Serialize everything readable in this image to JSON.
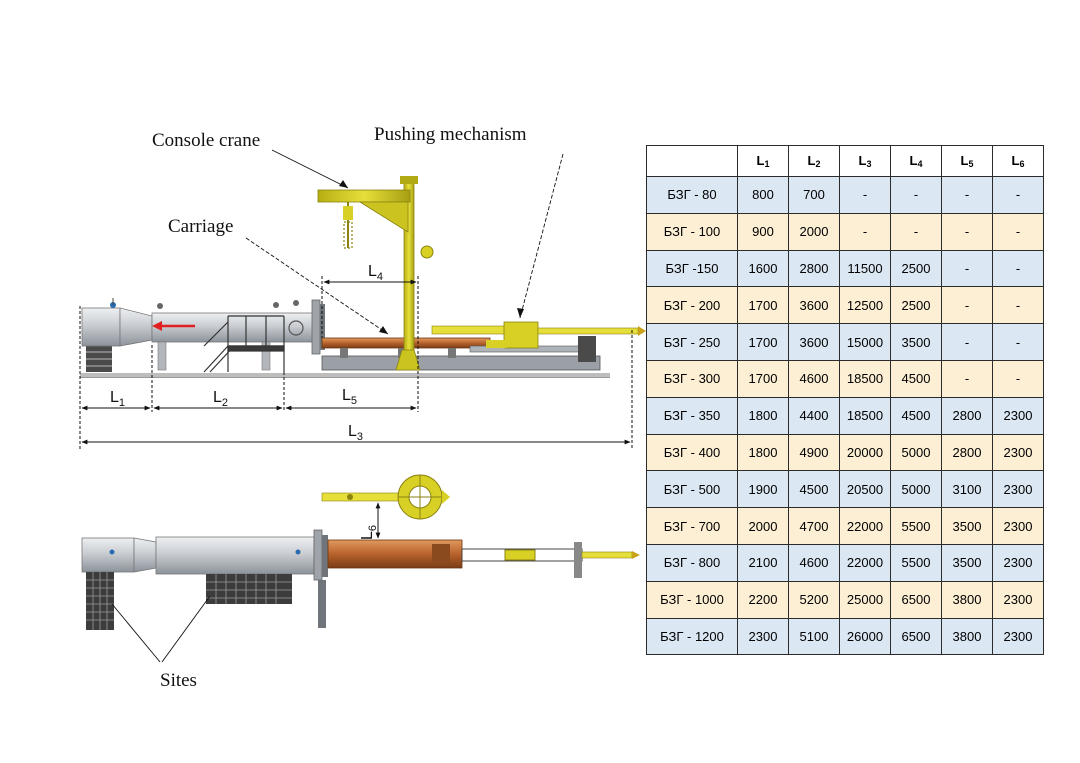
{
  "labels": {
    "console_crane": "Console crane",
    "pushing_mechanism": "Pushing mechanism",
    "carriage": "Carriage",
    "sites": "Sites"
  },
  "dimensions": {
    "L1": {
      "base": "L",
      "sub": "1"
    },
    "L2": {
      "base": "L",
      "sub": "2"
    },
    "L3": {
      "base": "L",
      "sub": "3"
    },
    "L4": {
      "base": "L",
      "sub": "4"
    },
    "L5": {
      "base": "L",
      "sub": "5"
    },
    "L6": {
      "base": "L",
      "sub": "6"
    }
  },
  "colors": {
    "row_blue": "#dbe7f3",
    "row_cream": "#fcefd4",
    "crane_yellow": "#d8d024",
    "carriage_brown": "#b8622c",
    "vessel_gray": "#c9cdd2"
  },
  "table": {
    "headers": [
      {
        "base": "L",
        "sub": "1"
      },
      {
        "base": "L",
        "sub": "2"
      },
      {
        "base": "L",
        "sub": "3"
      },
      {
        "base": "L",
        "sub": "4"
      },
      {
        "base": "L",
        "sub": "5"
      },
      {
        "base": "L",
        "sub": "6"
      }
    ],
    "rows": [
      {
        "model": "БЗГ - 80",
        "values": [
          "800",
          "700",
          "-",
          "-",
          "-",
          "-"
        ]
      },
      {
        "model": "БЗГ - 100",
        "values": [
          "900",
          "2000",
          "-",
          "-",
          "-",
          "-"
        ]
      },
      {
        "model": "БЗГ -150",
        "values": [
          "1600",
          "2800",
          "11500",
          "2500",
          "-",
          "-"
        ]
      },
      {
        "model": "БЗГ - 200",
        "values": [
          "1700",
          "3600",
          "12500",
          "2500",
          "-",
          "-"
        ]
      },
      {
        "model": "БЗГ - 250",
        "values": [
          "1700",
          "3600",
          "15000",
          "3500",
          "-",
          "-"
        ]
      },
      {
        "model": "БЗГ - 300",
        "values": [
          "1700",
          "4600",
          "18500",
          "4500",
          "-",
          "-"
        ]
      },
      {
        "model": "БЗГ - 350",
        "values": [
          "1800",
          "4400",
          "18500",
          "4500",
          "2800",
          "2300"
        ]
      },
      {
        "model": "БЗГ - 400",
        "values": [
          "1800",
          "4900",
          "20000",
          "5000",
          "2800",
          "2300"
        ]
      },
      {
        "model": "БЗГ - 500",
        "values": [
          "1900",
          "4500",
          "20500",
          "5000",
          "3100",
          "2300"
        ]
      },
      {
        "model": "БЗГ - 700",
        "values": [
          "2000",
          "4700",
          "22000",
          "5500",
          "3500",
          "2300"
        ]
      },
      {
        "model": "БЗГ - 800",
        "values": [
          "2100",
          "4600",
          "22000",
          "5500",
          "3500",
          "2300"
        ]
      },
      {
        "model": "БЗГ - 1000",
        "values": [
          "2200",
          "5200",
          "25000",
          "6500",
          "3800",
          "2300"
        ]
      },
      {
        "model": "БЗГ - 1200",
        "values": [
          "2300",
          "5100",
          "26000",
          "6500",
          "3800",
          "2300"
        ]
      }
    ]
  }
}
